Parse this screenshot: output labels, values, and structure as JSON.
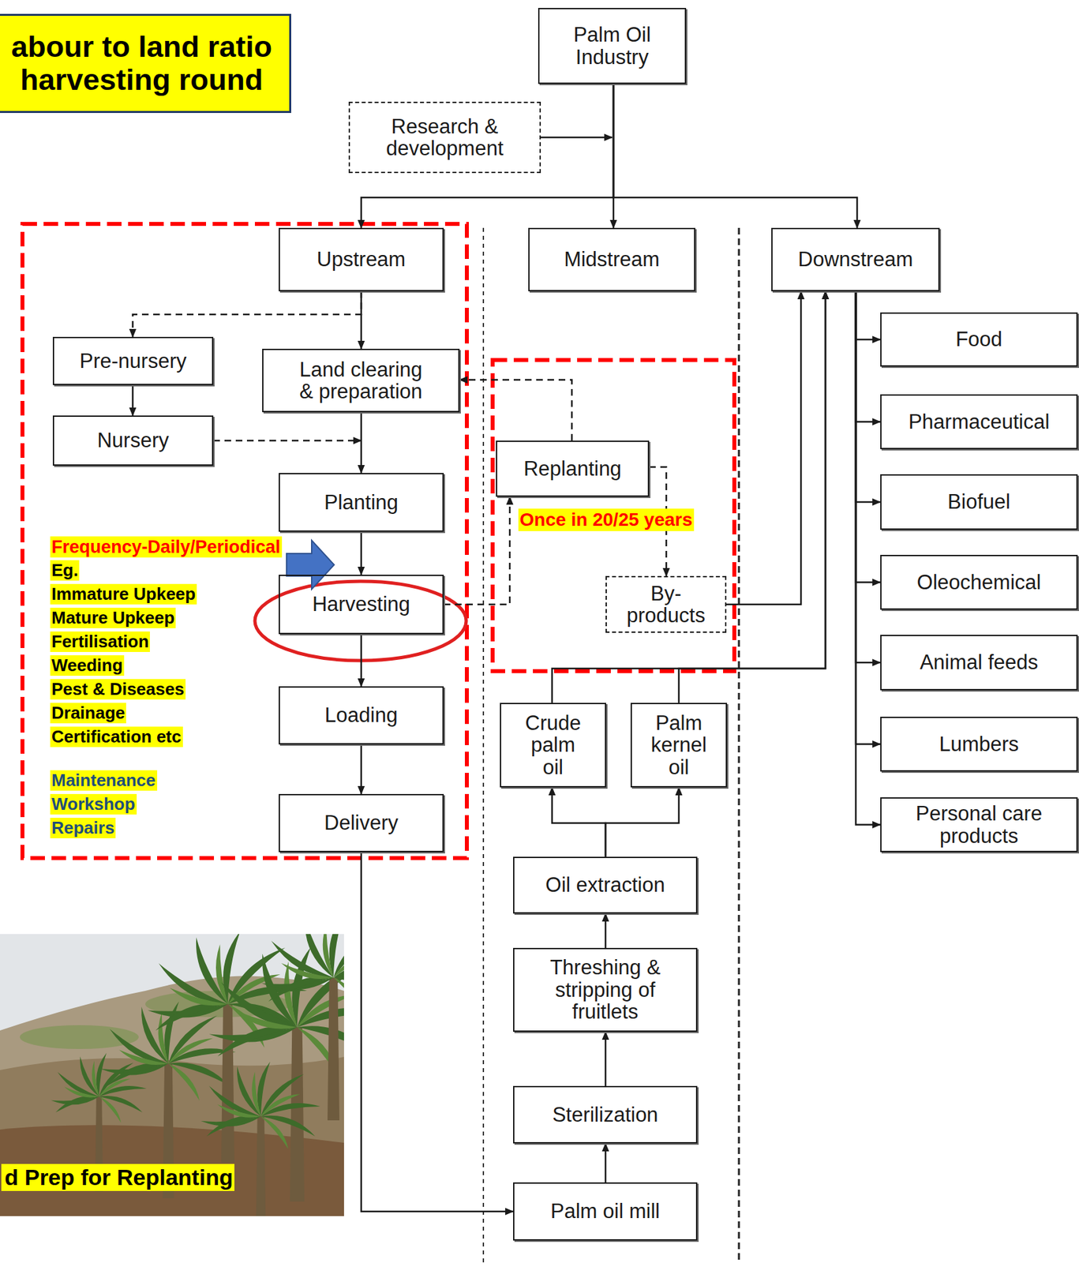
{
  "diagram": {
    "nodes": [
      {
        "text": [
          "abour to land ratio harvesting round"
        ]
      },
      {
        "text": [
          "Palm Oil Industry"
        ]
      },
      {
        "text": [
          "Research & development"
        ]
      },
      {
        "text": [
          "Upstream"
        ]
      },
      {
        "text": [
          "Midstream"
        ]
      },
      {
        "text": [
          "Downstream"
        ]
      },
      {
        "text": [
          "Pre-nursery"
        ]
      },
      {
        "text": [
          "Land clearing & preparation"
        ]
      },
      {
        "text": [
          "Nursery"
        ]
      },
      {
        "text": [
          "Planting"
        ]
      },
      {
        "text": [
          "Harvesting"
        ]
      },
      {
        "text": [
          "Loading"
        ]
      },
      {
        "text": [
          "Delivery"
        ]
      },
      {
        "text": [
          "Replanting"
        ]
      },
      {
        "text": [
          "By-products"
        ]
      },
      {
        "text": [
          "Crude palm oil"
        ]
      },
      {
        "text": [
          "Palm kernel oil"
        ]
      },
      {
        "text": [
          "Oil extraction"
        ]
      },
      {
        "text": [
          "Threshing & stripping of fruitlets"
        ]
      },
      {
        "text": [
          "Sterilization"
        ]
      },
      {
        "text": [
          "Palm oil mill"
        ]
      },
      {
        "text": [
          "Food"
        ]
      },
      {
        "text": [
          "Pharmaceutical"
        ]
      },
      {
        "text": [
          "Biofuel"
        ]
      },
      {
        "text": [
          "Oleochemical"
        ]
      },
      {
        "text": [
          "Animal feeds"
        ]
      },
      {
        "text": [
          "Lumbers"
        ]
      },
      {
        "text": [
          "Personal care products"
        ]
      }
    ],
    "edges": [
      {
        "from": 1,
        "to": 3,
        "arrow": "to"
      },
      {
        "from": 1,
        "to": 4,
        "arrow": "to"
      },
      {
        "from": 1,
        "to": 5,
        "arrow": "to"
      },
      {
        "from": 2,
        "to": 1,
        "arrow": "to"
      },
      {
        "from": 3,
        "to": 6,
        "arrow": "to"
      },
      {
        "from": 3,
        "to": 7,
        "arrow": "to"
      },
      {
        "from": 6,
        "to": 8,
        "arrow": "to"
      },
      {
        "from": 8,
        "to": 9,
        "arrow": "to"
      },
      {
        "from": 7,
        "to": 9,
        "arrow": "to"
      },
      {
        "from": 9,
        "to": 10,
        "arrow": "to"
      },
      {
        "from": 10,
        "to": 11,
        "arrow": "to"
      },
      {
        "from": 11,
        "to": 12,
        "arrow": "to"
      },
      {
        "from": 12,
        "to": 20,
        "arrow": "to"
      },
      {
        "from": 10,
        "to": 13,
        "arrow": "to"
      },
      {
        "from": 13,
        "to": 7,
        "arrow": "to"
      },
      {
        "from": 13,
        "to": 14,
        "arrow": "to"
      },
      {
        "from": 14,
        "to": 5,
        "arrow": "to"
      },
      {
        "from": 15,
        "to": 5,
        "arrow": "to"
      },
      {
        "from": 16,
        "to": 5,
        "arrow": "to"
      },
      {
        "from": 17,
        "to": 15,
        "arrow": "to"
      },
      {
        "from": 17,
        "to": 16,
        "arrow": "to"
      },
      {
        "from": 18,
        "to": 17,
        "arrow": "to"
      },
      {
        "from": 19,
        "to": 18,
        "arrow": "to"
      },
      {
        "from": 20,
        "to": 19,
        "arrow": "to"
      },
      {
        "from": 5,
        "to": 21,
        "arrow": "to"
      },
      {
        "from": 5,
        "to": 22,
        "arrow": "to"
      },
      {
        "from": 5,
        "to": 23,
        "arrow": "to"
      },
      {
        "from": 5,
        "to": 24,
        "arrow": "to"
      },
      {
        "from": 5,
        "to": 25,
        "arrow": "to"
      },
      {
        "from": 5,
        "to": 26,
        "arrow": "to"
      },
      {
        "from": 5,
        "to": 27,
        "arrow": "to"
      }
    ],
    "labels": [
      "Frequency-Daily/Periodical",
      "Eg.",
      "Immature Upkeep",
      "Mature Upkeep",
      "Fertilisation",
      "Weeding",
      "Pest & Diseases",
      "Drainage",
      "Certification etc",
      "Maintenance",
      "Workshop",
      "Repairs",
      "Once in 20/25 years",
      "d Prep for Replanting"
    ]
  }
}
